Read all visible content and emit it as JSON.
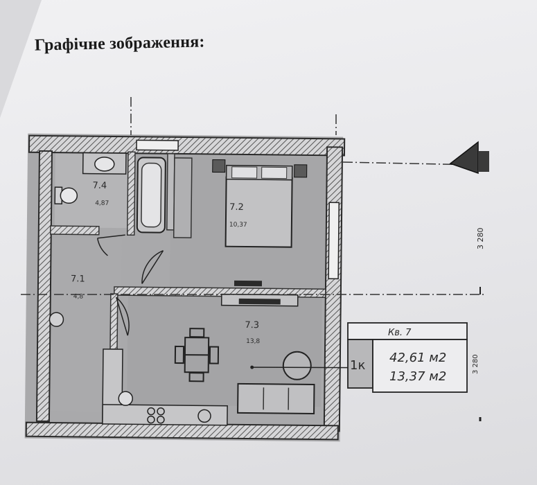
{
  "heading": "Графічне зображення:",
  "rooms": [
    {
      "id": "7.4",
      "area": "4,87"
    },
    {
      "id": "7.2",
      "area": "10,37"
    },
    {
      "id": "7.1",
      "area": "4,8"
    },
    {
      "id": "7.3",
      "area": "13,8"
    }
  ],
  "legend": {
    "apartment": "Кв. 7",
    "rooms_count": "1к",
    "total_area": "42,61 м2",
    "living_area": "13,37 м2"
  },
  "dimensions": {
    "upper": "3 280",
    "lower": "3 280"
  },
  "colors": {
    "wall": "#3a3a3a",
    "floor": "#a8a8aa",
    "line": "#222222"
  }
}
